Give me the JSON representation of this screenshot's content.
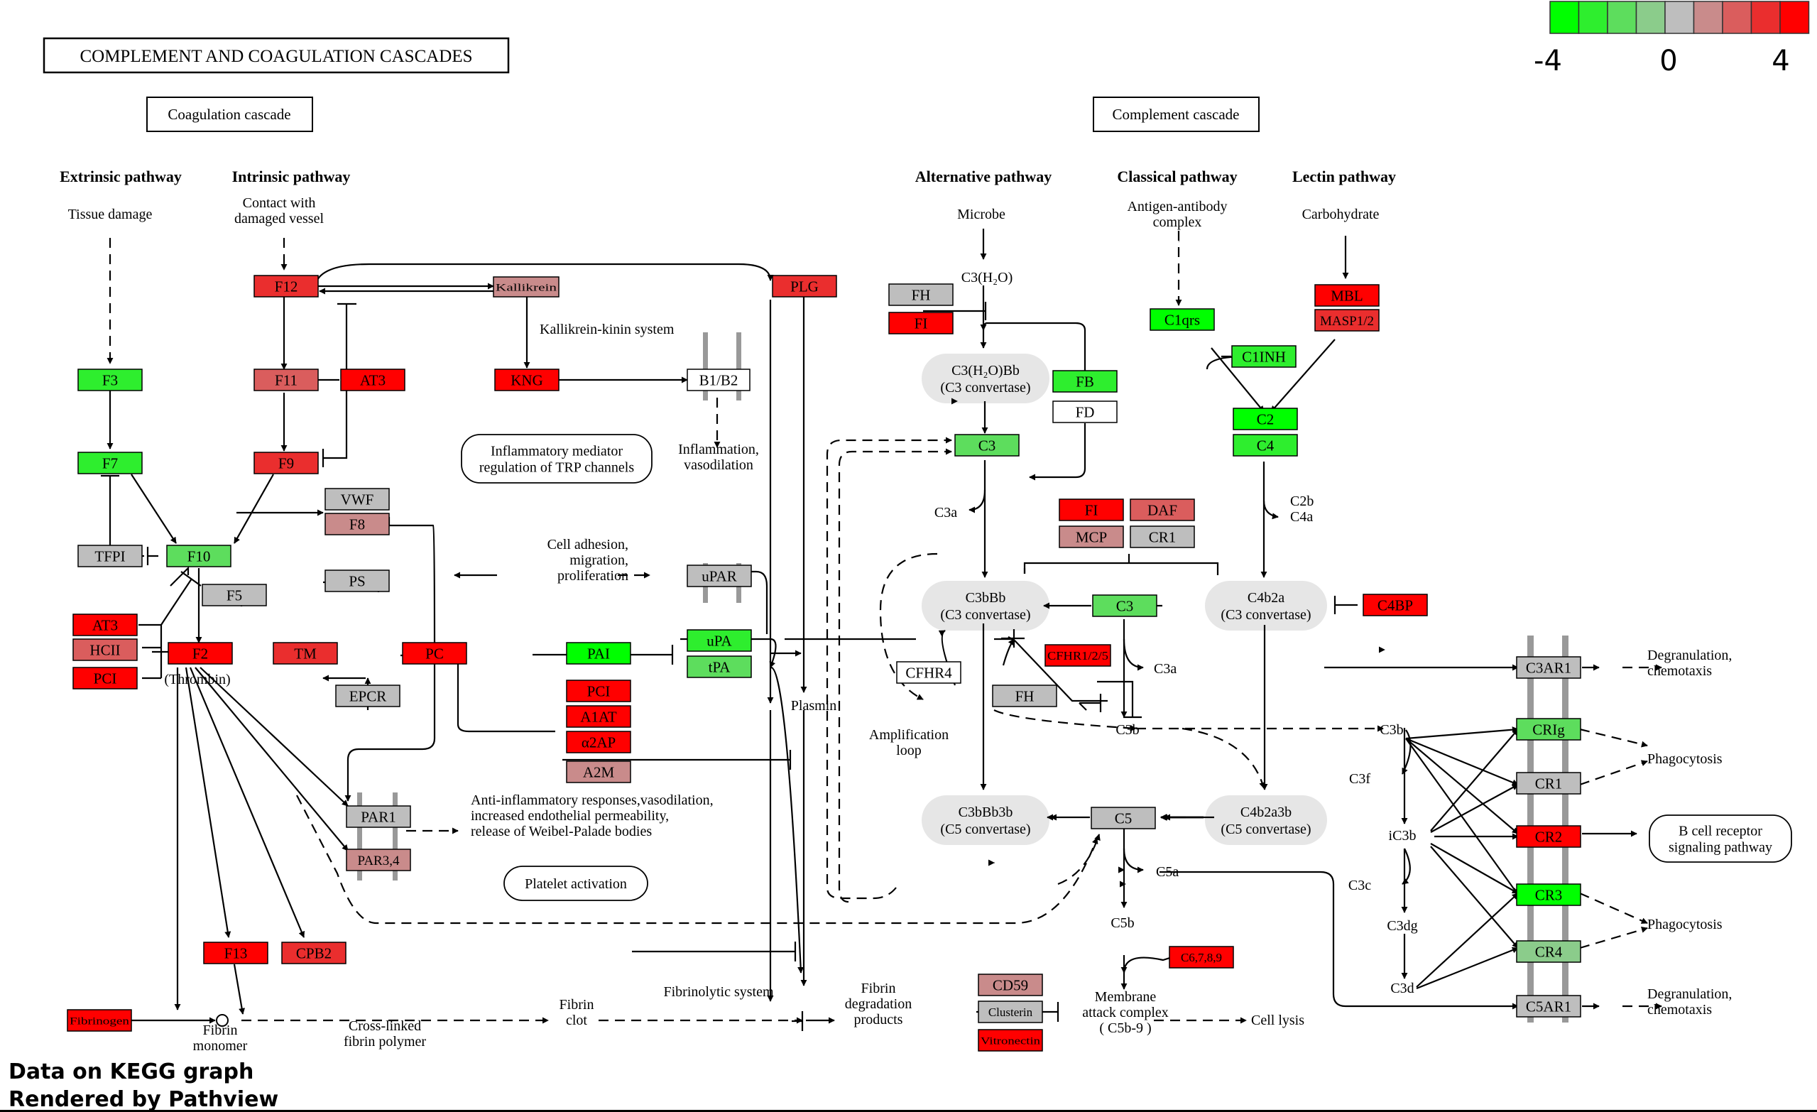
{
  "title": "COMPLEMENT AND COAGULATION CASCADES",
  "footer": [
    "Data on KEGG graph",
    "Rendered by Pathview"
  ],
  "color_scale": {
    "labels": [
      "-4",
      "0",
      "4"
    ],
    "colors": [
      "#00ff00",
      "#2eee2e",
      "#5ddd5d",
      "#8bcc8b",
      "#bebebe",
      "#c98b8b",
      "#da5d5d",
      "#ea2e2e",
      "#ff0000"
    ]
  },
  "sections": {
    "coag": "Coagulation cascade",
    "comp": "Complement cascade"
  },
  "pathways": {
    "extrinsic": "Extrinsic pathway",
    "intrinsic": "Intrinsic pathway",
    "alternative": "Alternative pathway",
    "classical": "Classical pathway",
    "lectin": "Lectin pathway"
  },
  "colors": {
    "strong_red": "#ff0000",
    "red": "#ea2e2e",
    "mid_red": "#da5d5d",
    "light_red": "#c98b8b",
    "grey": "#bebebe",
    "light_green": "#8bcc8b",
    "mid_green": "#5ddd5d",
    "green": "#2eee2e",
    "strong_green": "#00ff00",
    "white": "#ffffff",
    "blob": "#e6e6e6"
  },
  "genes": [
    {
      "label": "F12",
      "color": "#ea2e2e"
    },
    {
      "label": "Kallikrein",
      "color": "#c98b8b"
    },
    {
      "label": "PLG",
      "color": "#ea2e2e"
    },
    {
      "label": "F3",
      "color": "#2eee2e"
    },
    {
      "label": "F11",
      "color": "#da5d5d"
    },
    {
      "label": "AT3",
      "color": "#ff0000"
    },
    {
      "label": "KNG",
      "color": "#ff0000"
    },
    {
      "label": "B1/B2",
      "color": "#ffffff"
    },
    {
      "label": "F7",
      "color": "#2eee2e"
    },
    {
      "label": "F9",
      "color": "#ea2e2e"
    },
    {
      "label": "VWF",
      "color": "#bebebe"
    },
    {
      "label": "F8",
      "color": "#c98b8b"
    },
    {
      "label": "TFPI",
      "color": "#bebebe"
    },
    {
      "label": "F10",
      "color": "#5ddd5d"
    },
    {
      "label": "PS",
      "color": "#bebebe"
    },
    {
      "label": "F5",
      "color": "#bebebe"
    },
    {
      "label": "uPAR",
      "color": "#bebebe"
    },
    {
      "label": "AT3",
      "color": "#ff0000"
    },
    {
      "label": "HCII",
      "color": "#da5d5d"
    },
    {
      "label": "PCI",
      "color": "#ff0000"
    },
    {
      "label": "F2",
      "color": "#ff0000"
    },
    {
      "label": "TM",
      "color": "#ea2e2e"
    },
    {
      "label": "PC",
      "color": "#ff0000"
    },
    {
      "label": "PAI",
      "color": "#00ff00"
    },
    {
      "label": "uPA",
      "color": "#2eee2e"
    },
    {
      "label": "tPA",
      "color": "#5ddd5d"
    },
    {
      "label": "EPCR",
      "color": "#bebebe"
    },
    {
      "label": "PCI",
      "color": "#ff0000"
    },
    {
      "label": "A1AT",
      "color": "#ff0000"
    },
    {
      "label": "α2AP",
      "color": "#ff0000"
    },
    {
      "label": "A2M",
      "color": "#c98b8b"
    },
    {
      "label": "PAR1",
      "color": "#bebebe"
    },
    {
      "label": "PAR3,4",
      "color": "#c98b8b"
    },
    {
      "label": "F13",
      "color": "#ff0000"
    },
    {
      "label": "CPB2",
      "color": "#ea2e2e"
    },
    {
      "label": "Fibrinogen",
      "color": "#ff0000"
    },
    {
      "label": "FH",
      "color": "#bebebe"
    },
    {
      "label": "FI",
      "color": "#ff0000"
    },
    {
      "label": "FB",
      "color": "#2eee2e"
    },
    {
      "label": "FD",
      "color": "#ffffff"
    },
    {
      "label": "C3",
      "color": "#5ddd5d"
    },
    {
      "label": "C1qrs",
      "color": "#00ff00"
    },
    {
      "label": "MBL",
      "color": "#ff0000"
    },
    {
      "label": "MASP1/2",
      "color": "#ea2e2e"
    },
    {
      "label": "C1INH",
      "color": "#2eee2e"
    },
    {
      "label": "C2",
      "color": "#00ff00"
    },
    {
      "label": "C4",
      "color": "#2eee2e"
    },
    {
      "label": "FI",
      "color": "#ff0000"
    },
    {
      "label": "DAF",
      "color": "#da5d5d"
    },
    {
      "label": "MCP",
      "color": "#c98b8b"
    },
    {
      "label": "CR1",
      "color": "#bebebe"
    },
    {
      "label": "C3",
      "color": "#5ddd5d"
    },
    {
      "label": "C4BP",
      "color": "#ff0000"
    },
    {
      "label": "CFHR1/2/5",
      "color": "#ff0000"
    },
    {
      "label": "CFHR4",
      "color": "#ffffff"
    },
    {
      "label": "FH",
      "color": "#bebebe"
    },
    {
      "label": "C5",
      "color": "#bebebe"
    },
    {
      "label": "C6,7,8,9",
      "color": "#ff0000"
    },
    {
      "label": "CD59",
      "color": "#c98b8b"
    },
    {
      "label": "Clusterin",
      "color": "#bebebe"
    },
    {
      "label": "Vitronectin",
      "color": "#ff0000"
    },
    {
      "label": "C3AR1",
      "color": "#bebebe"
    },
    {
      "label": "CRIg",
      "color": "#5ddd5d"
    },
    {
      "label": "CR1",
      "color": "#bebebe"
    },
    {
      "label": "CR2",
      "color": "#ff0000"
    },
    {
      "label": "CR3",
      "color": "#00ff00"
    },
    {
      "label": "CR4",
      "color": "#8bcc8b"
    },
    {
      "label": "C5AR1",
      "color": "#bebebe"
    }
  ],
  "complexes": [
    {
      "lines": [
        "C3(H₂O)Bb",
        "(C3 convertase)"
      ]
    },
    {
      "lines": [
        "C3bBb",
        "(C3 convertase)"
      ]
    },
    {
      "lines": [
        "C4b2a",
        "(C3 convertase)"
      ]
    },
    {
      "lines": [
        "C3bBb3b",
        "(C5 convertase)"
      ]
    },
    {
      "lines": [
        "C4b2a3b",
        "(C5 convertase)"
      ]
    }
  ],
  "rounded_boxes": [
    {
      "lines": [
        "Inflammatory mediator",
        "regulation of TRP channels"
      ]
    },
    {
      "lines": [
        "Platelet activation"
      ]
    },
    {
      "lines": [
        "B cell receptor",
        "signaling pathway"
      ]
    }
  ],
  "texts": [
    {
      "lines": [
        "Tissue damage"
      ]
    },
    {
      "lines": [
        "Contact with",
        "damaged vessel"
      ]
    },
    {
      "lines": [
        "Kallikrein-kinin system"
      ]
    },
    {
      "lines": [
        "Inflammation,",
        "vasodilation"
      ]
    },
    {
      "lines": [
        "Cell adhesion,",
        "migration,",
        "proliferation"
      ]
    },
    {
      "lines": [
        "(Thrombin)"
      ]
    },
    {
      "lines": [
        "Plasmin"
      ]
    },
    {
      "lines": [
        "Anti-inflammatory responses,vasodilation,",
        "increased endothelial permeability,",
        "release of Weibel-Palade bodies"
      ]
    },
    {
      "lines": [
        "Fibrinolytic system"
      ]
    },
    {
      "lines": [
        "Fibrin",
        "monomer"
      ]
    },
    {
      "lines": [
        "Cross-linked",
        "fibrin polymer"
      ]
    },
    {
      "lines": [
        "Fibrin",
        "clot"
      ]
    },
    {
      "lines": [
        "Fibrin",
        "degradation",
        "products"
      ]
    },
    {
      "lines": [
        "Microbe"
      ]
    },
    {
      "lines": [
        "C3(H₂O)"
      ]
    },
    {
      "lines": [
        "Antigen-antibody",
        "complex"
      ]
    },
    {
      "lines": [
        "Carbohydrate"
      ]
    },
    {
      "lines": [
        "C3a"
      ]
    },
    {
      "lines": [
        "C2b",
        "C4a"
      ]
    },
    {
      "lines": [
        "Amplification",
        "loop"
      ]
    },
    {
      "lines": [
        "C3a"
      ]
    },
    {
      "lines": [
        "C3b"
      ]
    },
    {
      "lines": [
        "C3b"
      ]
    },
    {
      "lines": [
        "C5a"
      ]
    },
    {
      "lines": [
        "C5b"
      ]
    },
    {
      "lines": [
        "Membrane",
        "attack complex",
        "( C5b-9 )"
      ]
    },
    {
      "lines": [
        "Cell lysis"
      ]
    },
    {
      "lines": [
        "C3f"
      ]
    },
    {
      "lines": [
        "iC3b"
      ]
    },
    {
      "lines": [
        "C3c"
      ]
    },
    {
      "lines": [
        "C3dg"
      ]
    },
    {
      "lines": [
        "C3d"
      ]
    },
    {
      "lines": [
        "Degranulation,",
        "chemotaxis"
      ]
    },
    {
      "lines": [
        "Phagocytosis"
      ]
    },
    {
      "lines": [
        "Phagocytosis"
      ]
    },
    {
      "lines": [
        "Degranulation,",
        "chemotaxis"
      ]
    }
  ]
}
